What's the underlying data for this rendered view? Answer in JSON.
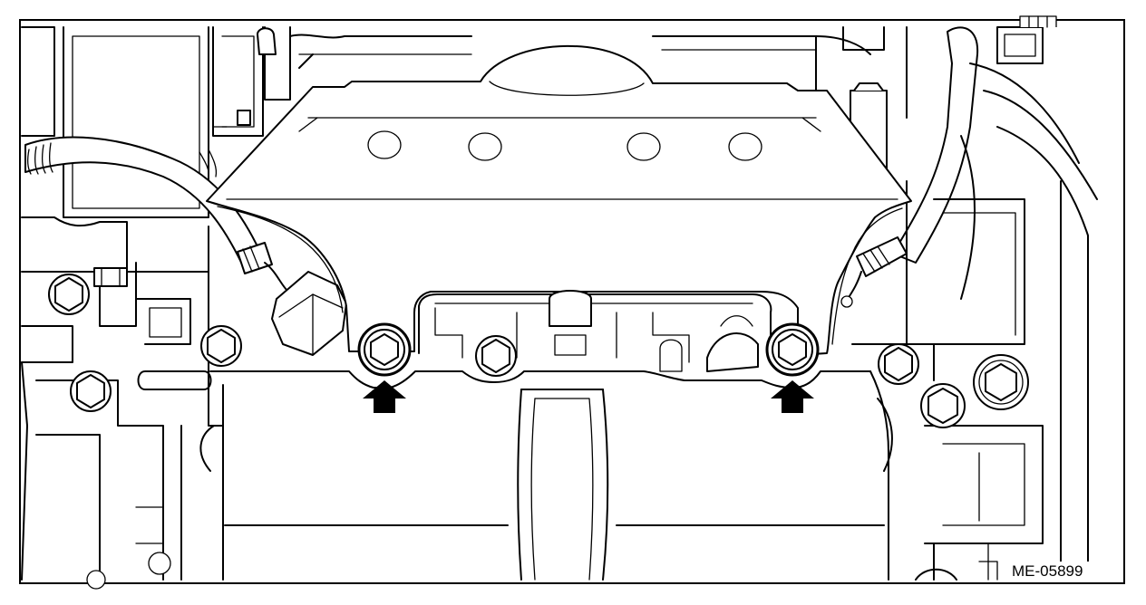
{
  "figure": {
    "id_label": "ME-05899",
    "arrow_count": 2,
    "icons": {
      "arrow": "up-arrow",
      "bolt": "hex-bolt"
    },
    "colors": {
      "line": "#000000",
      "background": "#ffffff"
    }
  }
}
